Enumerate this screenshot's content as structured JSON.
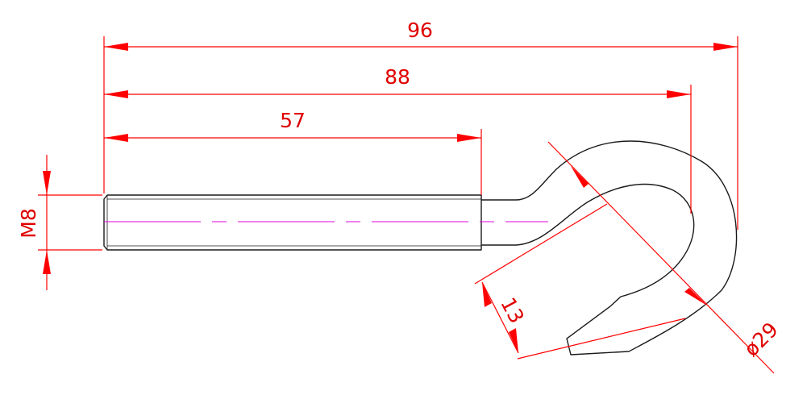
{
  "drawing": {
    "dimensions": {
      "overall_length": "96",
      "length_to_hook_inner": "88",
      "thread_length": "57",
      "thread_size": "M8",
      "hook_opening": "13",
      "hook_diameter": "ø29"
    },
    "colors": {
      "dimension": "#ff0000",
      "outline": "#1a1a1a",
      "centerline": "#e000e0"
    }
  }
}
